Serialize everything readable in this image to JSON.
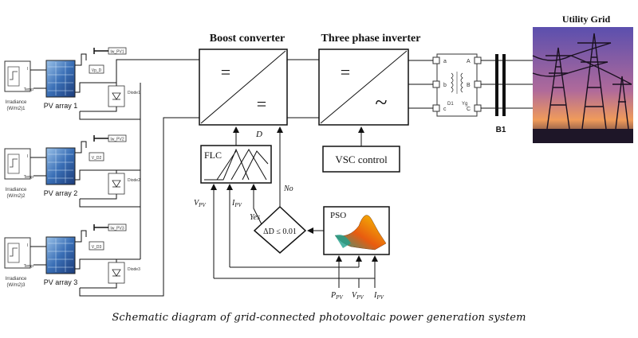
{
  "caption": "Schematic diagram of grid-connected photovoltaic power generation system",
  "titles": {
    "boost": "Boost converter",
    "inverter": "Three phase inverter",
    "grid": "Utility Grid"
  },
  "pv_arrays": [
    {
      "label": "PV array 1",
      "irr_label": "Irradiance",
      "irr_unit": "(W/m2)1",
      "diode": "Diode1",
      "scope_v": "Vp_D",
      "scope_i": "Iw_PV1",
      "port_i": "I",
      "port_t": "Temp"
    },
    {
      "label": "PV array 2",
      "irr_label": "Irradiance",
      "irr_unit": "(W/m2)2",
      "diode": "Diode2",
      "scope_v": "V_D2",
      "scope_i": "Iw_PV2",
      "port_i": "I",
      "port_t": "Temp"
    },
    {
      "label": "PV array 3",
      "irr_label": "Irradiance",
      "irr_unit": "(W/m2)3",
      "diode": "Diode3",
      "scope_v": "V_D3",
      "scope_i": "Iw_PV3",
      "port_i": "I",
      "port_t": "Temp"
    }
  ],
  "boost": {
    "top_symbol": "=",
    "bottom_symbol": "=",
    "duty_label": "D"
  },
  "inverter": {
    "top_symbol": "=",
    "bottom_symbol": "~"
  },
  "control": {
    "flc": "FLC",
    "vsc": "VSC control",
    "pso": "PSO",
    "decision": "ΔD ≤ 0.01",
    "yes": "Yes",
    "no": "No",
    "vpv": "V",
    "vpv_sub": "PV",
    "ipv": "I",
    "ipv_sub": "PV",
    "ppv": "P",
    "ppv_sub": "PV"
  },
  "transformer": {
    "ports_left": [
      "a",
      "b",
      "c"
    ],
    "ports_right": [
      "A",
      "B",
      "C"
    ],
    "label_left": "D1",
    "label_right": "Yg"
  },
  "breaker": {
    "label": "B1"
  },
  "colors": {
    "line": "#111111",
    "pso_surface_a": "#e85b10",
    "pso_surface_b": "#f6c700",
    "pso_surface_c": "#21a08d",
    "sky_top": "#6a5fb6",
    "sky_bottom": "#f09b5a"
  }
}
